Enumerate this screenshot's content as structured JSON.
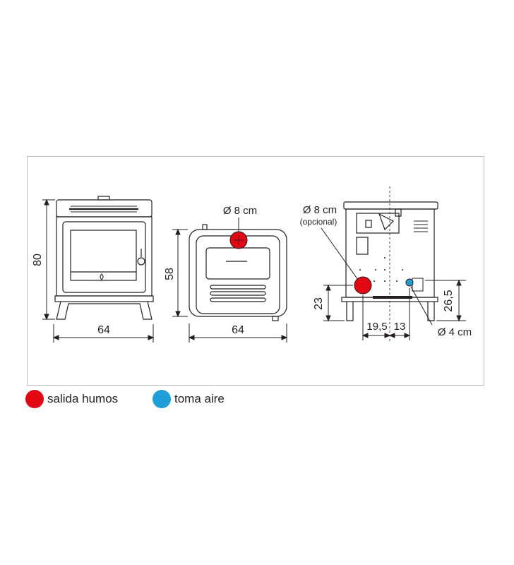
{
  "colors": {
    "smoke_outlet": "#e30613",
    "air_intake": "#1e9fd9",
    "line": "#231f20",
    "frame": "#bdbdbd"
  },
  "front_view": {
    "height_label": "80",
    "width_label": "64"
  },
  "top_view": {
    "depth_label": "58",
    "width_label": "64",
    "flue_label": "Ø 8 cm"
  },
  "side_view": {
    "flue_label": "Ø 8 cm",
    "flue_note": "(opcional)",
    "flue_height_label": "23",
    "air_height_label": "26,5",
    "offset1_label": "19,5",
    "offset2_label": "13",
    "air_label": "Ø 4 cm"
  },
  "legend": [
    {
      "label": "salida humos",
      "color": "#e30613"
    },
    {
      "label": "toma aire",
      "color": "#1e9fd9"
    }
  ]
}
